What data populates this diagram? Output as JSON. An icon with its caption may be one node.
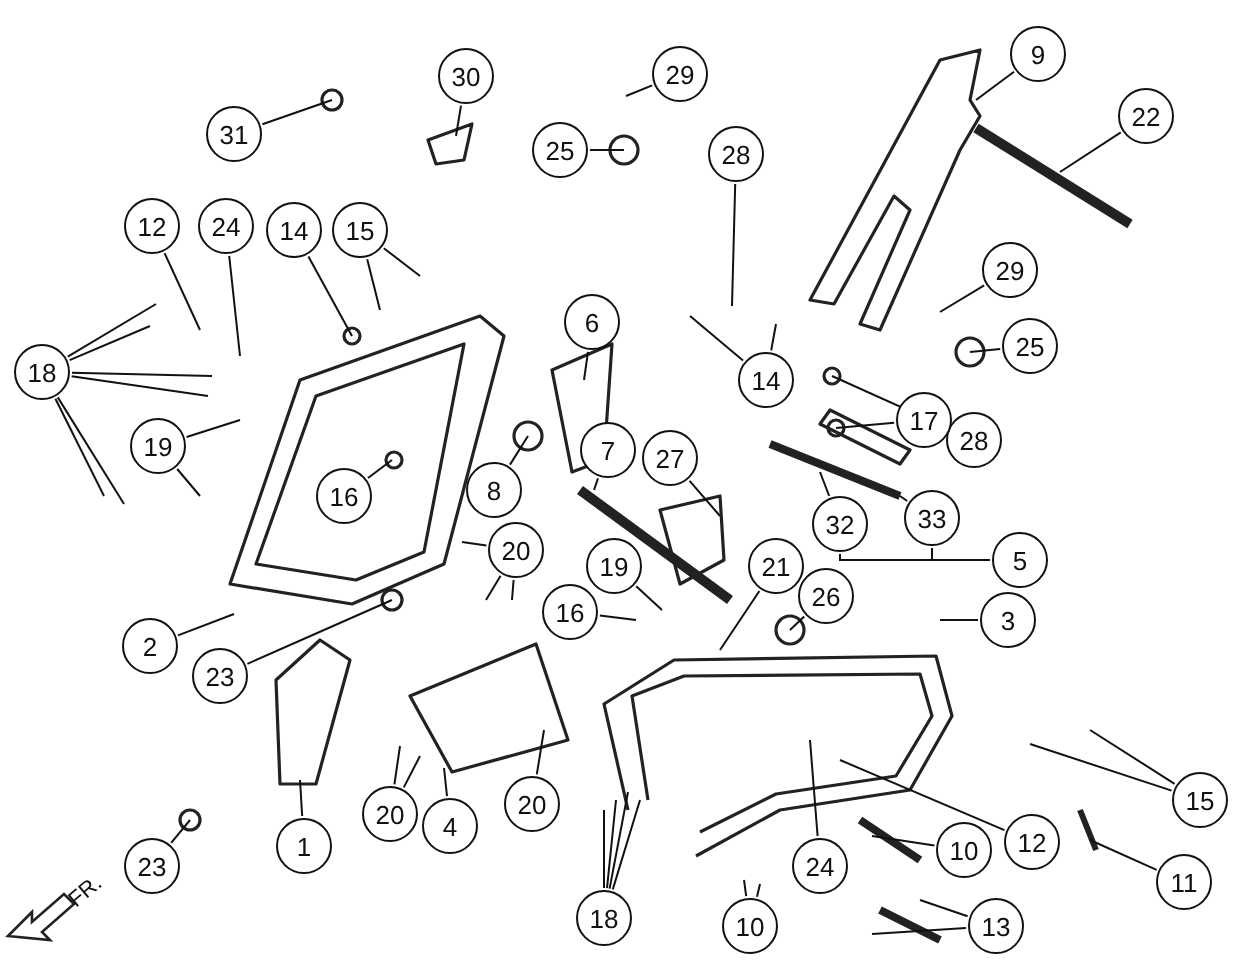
{
  "diagram": {
    "nodes": [
      {
        "text": [
          "30"
        ]
      },
      {
        "text": [
          "29"
        ]
      },
      {
        "text": [
          "9"
        ]
      },
      {
        "text": [
          "22"
        ]
      },
      {
        "text": [
          "31"
        ]
      },
      {
        "text": [
          "25"
        ]
      },
      {
        "text": [
          "28"
        ]
      },
      {
        "text": [
          "12"
        ]
      },
      {
        "text": [
          "24"
        ]
      },
      {
        "text": [
          "14"
        ]
      },
      {
        "text": [
          "15"
        ]
      },
      {
        "text": [
          "29"
        ]
      },
      {
        "text": [
          "6"
        ]
      },
      {
        "text": [
          "25"
        ]
      },
      {
        "text": [
          "18"
        ]
      },
      {
        "text": [
          "14"
        ]
      },
      {
        "text": [
          "28"
        ]
      },
      {
        "text": [
          "19"
        ]
      },
      {
        "text": [
          "7"
        ]
      },
      {
        "text": [
          "17"
        ]
      },
      {
        "text": [
          "27"
        ]
      },
      {
        "text": [
          "8"
        ]
      },
      {
        "text": [
          "16"
        ]
      },
      {
        "text": [
          "32"
        ]
      },
      {
        "text": [
          "33"
        ]
      },
      {
        "text": [
          "20"
        ]
      },
      {
        "text": [
          "5"
        ]
      },
      {
        "text": [
          "19"
        ]
      },
      {
        "text": [
          "21"
        ]
      },
      {
        "text": [
          "26"
        ]
      },
      {
        "text": [
          "16"
        ]
      },
      {
        "text": [
          "3"
        ]
      },
      {
        "text": [
          "2"
        ]
      },
      {
        "text": [
          "23"
        ]
      },
      {
        "text": [
          "15"
        ]
      },
      {
        "text": [
          "20"
        ]
      },
      {
        "text": [
          "20"
        ]
      },
      {
        "text": [
          "4"
        ]
      },
      {
        "text": [
          "12"
        ]
      },
      {
        "text": [
          "1"
        ]
      },
      {
        "text": [
          "10"
        ]
      },
      {
        "text": [
          "23"
        ]
      },
      {
        "text": [
          "24"
        ]
      },
      {
        "text": [
          "11"
        ]
      },
      {
        "text": [
          "18"
        ]
      },
      {
        "text": [
          "10"
        ]
      },
      {
        "text": [
          "13"
        ]
      }
    ],
    "edges": [
      {
        "from": 0,
        "to": null,
        "arrow": "none"
      },
      {
        "from": 1,
        "to": null,
        "arrow": "none"
      },
      {
        "from": 2,
        "to": null,
        "arrow": "none"
      },
      {
        "from": 3,
        "to": null,
        "arrow": "none"
      },
      {
        "from": 4,
        "to": null,
        "arrow": "none"
      },
      {
        "from": 5,
        "to": null,
        "arrow": "none"
      },
      {
        "from": 6,
        "to": null,
        "arrow": "none"
      },
      {
        "from": 7,
        "to": null,
        "arrow": "none"
      },
      {
        "from": 8,
        "to": null,
        "arrow": "none"
      },
      {
        "from": 9,
        "to": null,
        "arrow": "none"
      },
      {
        "from": 10,
        "to": null,
        "arrow": "none"
      },
      {
        "from": 10,
        "to": null,
        "arrow": "none"
      },
      {
        "from": 11,
        "to": null,
        "arrow": "none"
      },
      {
        "from": 12,
        "to": null,
        "arrow": "none"
      },
      {
        "from": 13,
        "to": null,
        "arrow": "none"
      },
      {
        "from": 14,
        "to": null,
        "arrow": "none"
      },
      {
        "from": 14,
        "to": null,
        "arrow": "none"
      },
      {
        "from": 14,
        "to": null,
        "arrow": "none"
      },
      {
        "from": 14,
        "to": null,
        "arrow": "none"
      },
      {
        "from": 14,
        "to": null,
        "arrow": "none"
      },
      {
        "from": 14,
        "to": null,
        "arrow": "none"
      },
      {
        "from": 15,
        "to": null,
        "arrow": "none"
      },
      {
        "from": 15,
        "to": null,
        "arrow": "none"
      },
      {
        "from": 16,
        "to": null,
        "arrow": "none"
      },
      {
        "from": 17,
        "to": null,
        "arrow": "none"
      },
      {
        "from": 17,
        "to": null,
        "arrow": "none"
      },
      {
        "from": 18,
        "to": null,
        "arrow": "none"
      },
      {
        "from": 19,
        "to": null,
        "arrow": "none"
      },
      {
        "from": 20,
        "to": null,
        "arrow": "none"
      },
      {
        "from": 21,
        "to": null,
        "arrow": "none"
      },
      {
        "from": 22,
        "to": null,
        "arrow": "none"
      },
      {
        "from": 23,
        "to": null,
        "arrow": "none"
      },
      {
        "from": 24,
        "to": null,
        "arrow": "none"
      },
      {
        "from": 25,
        "to": null,
        "arrow": "none"
      },
      {
        "from": 25,
        "to": null,
        "arrow": "none"
      },
      {
        "from": 25,
        "to": null,
        "arrow": "none"
      },
      {
        "from": 26,
        "to": 23,
        "arrow": "none"
      },
      {
        "from": 26,
        "to": 24,
        "arrow": "none"
      },
      {
        "from": 27,
        "to": null,
        "arrow": "none"
      },
      {
        "from": 28,
        "to": null,
        "arrow": "none"
      },
      {
        "from": 29,
        "to": null,
        "arrow": "none"
      },
      {
        "from": 30,
        "to": null,
        "arrow": "none"
      },
      {
        "from": 31,
        "to": null,
        "arrow": "none"
      },
      {
        "from": 32,
        "to": null,
        "arrow": "none"
      },
      {
        "from": 33,
        "to": null,
        "arrow": "none"
      },
      {
        "from": 34,
        "to": null,
        "arrow": "none"
      },
      {
        "from": 34,
        "to": null,
        "arrow": "none"
      },
      {
        "from": 35,
        "to": null,
        "arrow": "none"
      },
      {
        "from": 36,
        "to": null,
        "arrow": "none"
      },
      {
        "from": 36,
        "to": null,
        "arrow": "none"
      },
      {
        "from": 37,
        "to": null,
        "arrow": "none"
      },
      {
        "from": 38,
        "to": null,
        "arrow": "none"
      },
      {
        "from": 39,
        "to": null,
        "arrow": "none"
      },
      {
        "from": 40,
        "to": null,
        "arrow": "none"
      },
      {
        "from": 41,
        "to": null,
        "arrow": "none"
      },
      {
        "from": 42,
        "to": null,
        "arrow": "none"
      },
      {
        "from": 43,
        "to": null,
        "arrow": "none"
      },
      {
        "from": 44,
        "to": null,
        "arrow": "none"
      },
      {
        "from": 44,
        "to": null,
        "arrow": "none"
      },
      {
        "from": 44,
        "to": null,
        "arrow": "none"
      },
      {
        "from": 44,
        "to": null,
        "arrow": "none"
      },
      {
        "from": 45,
        "to": null,
        "arrow": "none"
      },
      {
        "from": 45,
        "to": null,
        "arrow": "none"
      },
      {
        "from": 46,
        "to": null,
        "arrow": "none"
      },
      {
        "from": 46,
        "to": null,
        "arrow": "none"
      }
    ],
    "labels": [
      "FR."
    ]
  }
}
